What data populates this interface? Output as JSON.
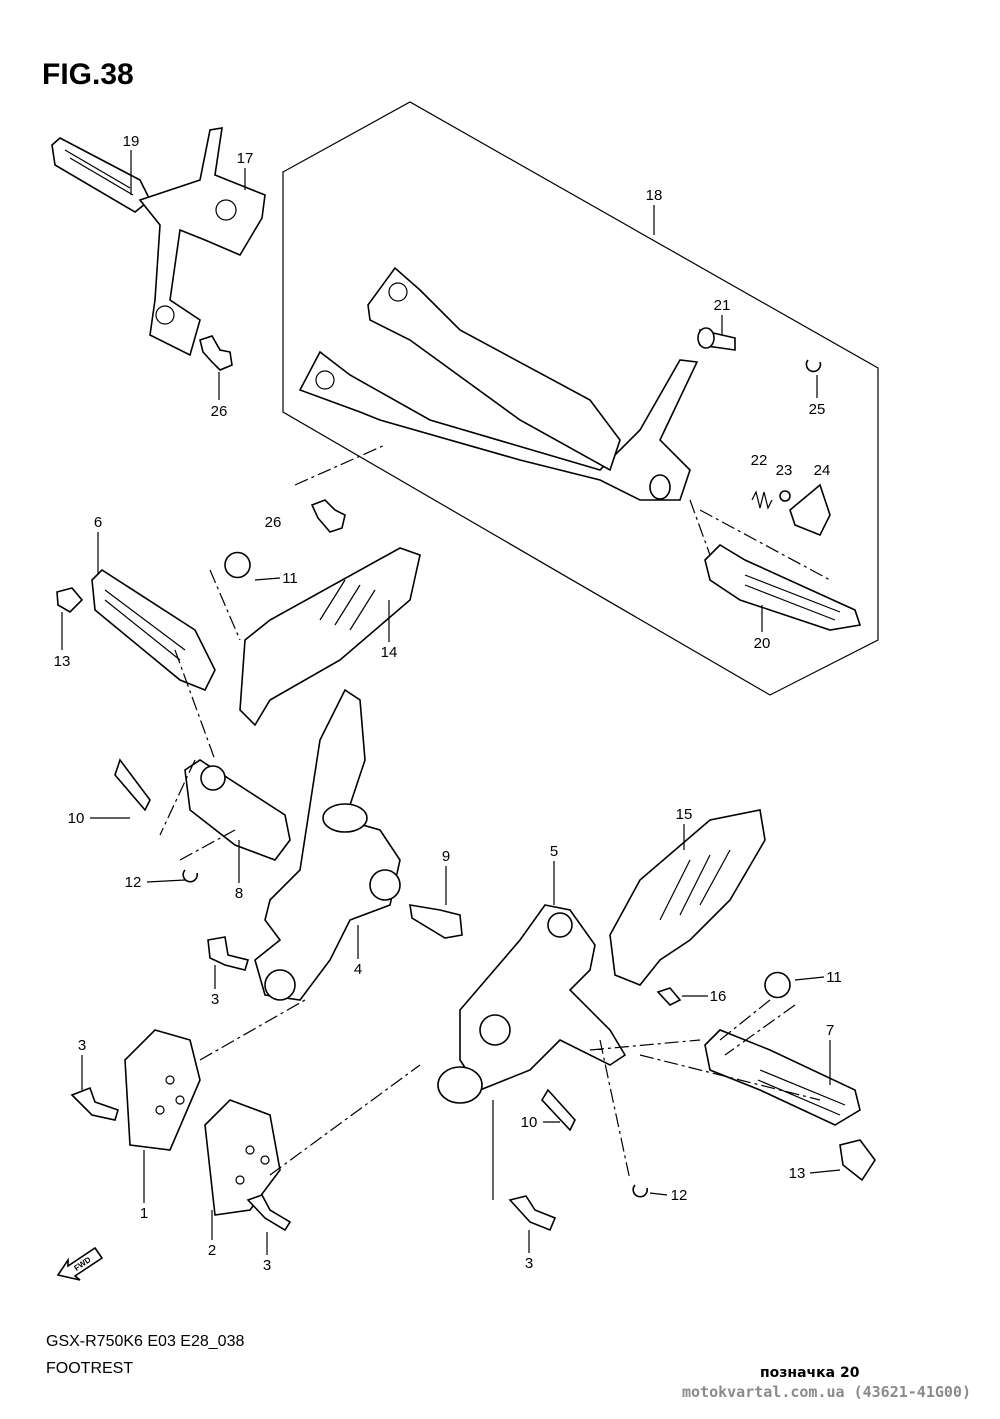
{
  "figure_title": "FIG.38",
  "model_code": "GSX-R750K6 E03 E28_038",
  "section_name": "FOOTREST",
  "tag": "позначка 20",
  "watermark": "motokvartal.com.ua (43621-41G00)",
  "fwd_label": "FWD",
  "callouts": [
    "19",
    "17",
    "18",
    "21",
    "25",
    "26",
    "22",
    "23",
    "24",
    "26",
    "6",
    "11",
    "14",
    "13",
    "20",
    "10",
    "9",
    "15",
    "5",
    "12",
    "8",
    "4",
    "11",
    "16",
    "3",
    "7",
    "3",
    "10",
    "13",
    "12",
    "1",
    "2",
    "3",
    "3"
  ]
}
